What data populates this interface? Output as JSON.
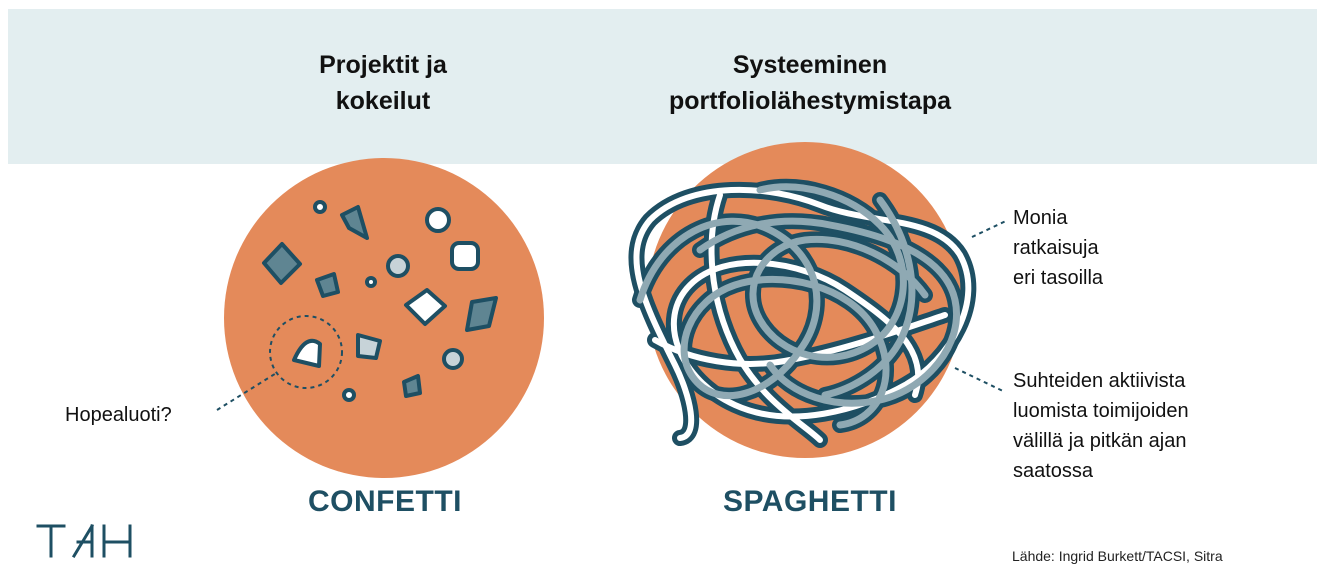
{
  "header": {
    "left_title": "Projektit ja\nkokeilut",
    "right_title": "Systeeminen\nportfoliolähestymistapa"
  },
  "confetti": {
    "label": "CONFETTI",
    "annotation": "Hopealuoti?"
  },
  "spaghetti": {
    "label": "SPAGHETTI",
    "annotation_top": "Monia\nratkaisuja\neri tasoilla",
    "annotation_bottom": "Suhteiden aktiivista\nluomista toimijoiden\nvälillä ja pitkän ajan\nsaatossa"
  },
  "footer": {
    "logo_text": "TAH",
    "source": "Lähde: Ingrid Burkett/TACSI, Sitra"
  },
  "colors": {
    "band": "#e3eef0",
    "circle": "#e48a5a",
    "dark_teal": "#1e4f63",
    "mid_teal": "#5f8592",
    "light_grey": "#c7d3d8",
    "accent_text": "#1e4f63"
  }
}
